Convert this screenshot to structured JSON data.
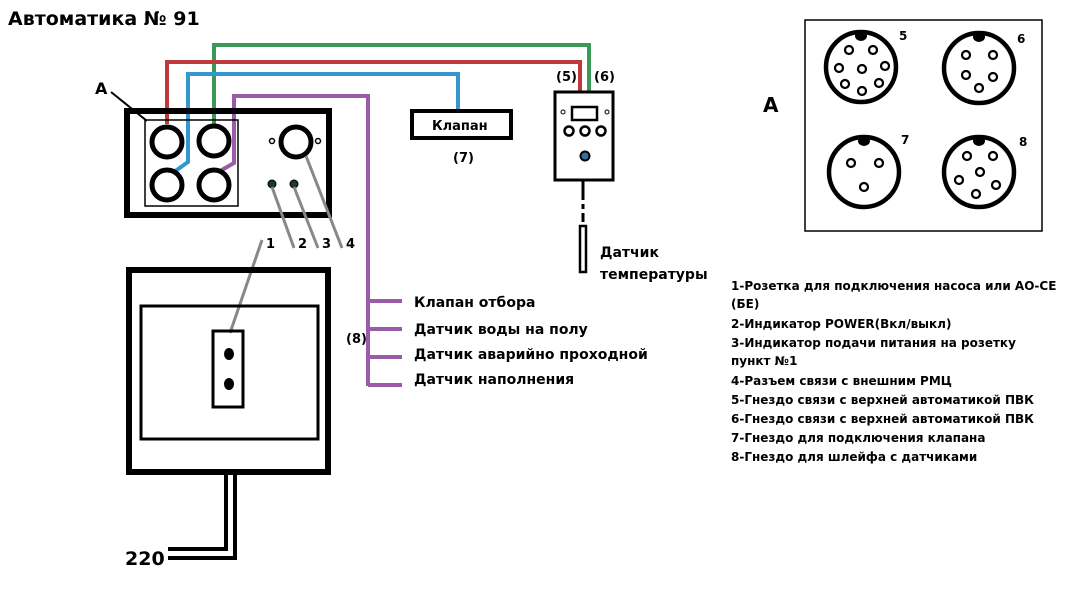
{
  "title": "Автоматика № 91",
  "colors": {
    "wire_red": "#c0393b",
    "wire_green": "#3a9a55",
    "wire_blue": "#3399cc",
    "wire_purple": "#9a5ba8",
    "leader_gray": "#888888",
    "indicator_blue": "#3b6ea0"
  },
  "main_unit": {
    "label_A": "A",
    "callouts": [
      "1",
      "2",
      "3",
      "4"
    ]
  },
  "valve": {
    "label": "Клапан",
    "socket": "(7)"
  },
  "controller": {
    "socket_left": "(5)",
    "socket_right": "(6)"
  },
  "temp_sensor": {
    "line1": "Датчик",
    "line2": "температуры"
  },
  "sensor_loop": {
    "socket": "(8)",
    "items": [
      "Клапан отбора",
      "Датчик воды на полу",
      "Датчик аварийно проходной",
      "Датчик наполнения"
    ]
  },
  "power": {
    "label": "220"
  },
  "connector_panel": {
    "label": "A",
    "connectors": [
      {
        "num": "5",
        "pins": 8
      },
      {
        "num": "6",
        "pins": 5
      },
      {
        "num": "7",
        "pins": 3
      },
      {
        "num": "8",
        "pins": 6
      }
    ]
  },
  "legend": [
    "1-Розетка для подключения насоса или АО-СЕ",
    "(БЕ)",
    "2-Индикатор POWER(Вкл/выкл)",
    "3-Индикатор подачи питания на розетку",
    "пункт №1",
    "4-Разъем связи с внешним РМЦ",
    "5-Гнездо связи с верхней автоматикой ПВК",
    "6-Гнездо связи с верхней автоматикой ПВК",
    "7-Гнездо для подключения клапана",
    "8-Гнездо для шлейфа с датчиками"
  ]
}
